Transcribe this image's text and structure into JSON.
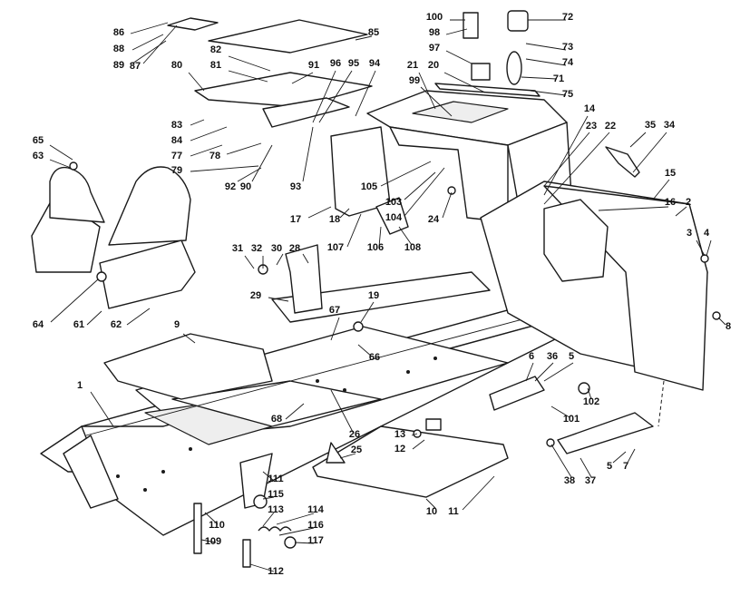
{
  "labels": [
    "1",
    "2",
    "3",
    "4",
    "5",
    "5",
    "6",
    "7",
    "8",
    "9",
    "10",
    "11",
    "12",
    "13",
    "14",
    "15",
    "16",
    "17",
    "18",
    "19",
    "20",
    "21",
    "22",
    "23",
    "24",
    "25",
    "26",
    "28",
    "29",
    "30",
    "31",
    "32",
    "34",
    "35",
    "36",
    "37",
    "38",
    "61",
    "62",
    "63",
    "64",
    "65",
    "66",
    "67",
    "68",
    "71",
    "72",
    "73",
    "74",
    "75",
    "77",
    "78",
    "79",
    "80",
    "81",
    "82",
    "83",
    "84",
    "85",
    "86",
    "87",
    "88",
    "89",
    "90",
    "91",
    "92",
    "93",
    "94",
    "95",
    "96",
    "97",
    "98",
    "99",
    "100",
    "101",
    "102",
    "103",
    "104",
    "105",
    "106",
    "107",
    "108",
    "109",
    "110",
    "111",
    "112",
    "113",
    "114",
    "115",
    "116",
    "117"
  ],
  "colors": {
    "line": "#1a1a1a",
    "fill": "#ffffff",
    "shade": "#eeeeee"
  }
}
